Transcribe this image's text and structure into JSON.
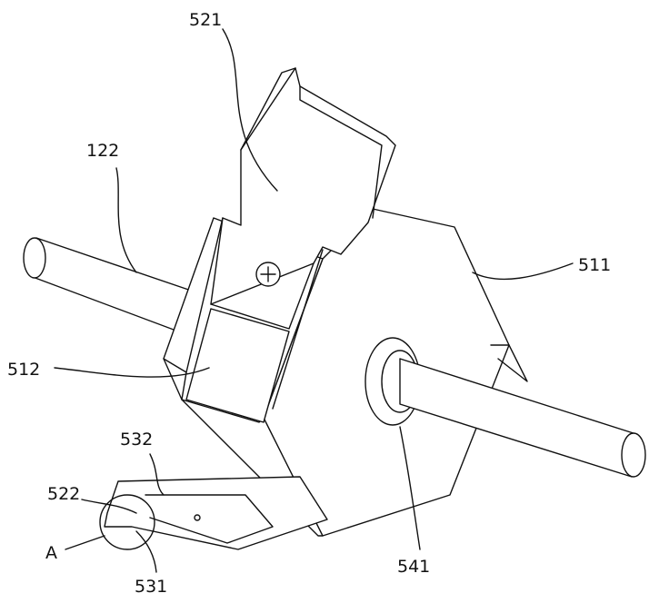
{
  "figure": {
    "labels": {
      "l521": "521",
      "l122": "122",
      "l511": "511",
      "l512": "512",
      "l532": "532",
      "l522": "522",
      "lA": "A",
      "l531": "531",
      "l541": "541"
    },
    "colors": {
      "line": "#111111",
      "background": "#ffffff"
    }
  }
}
